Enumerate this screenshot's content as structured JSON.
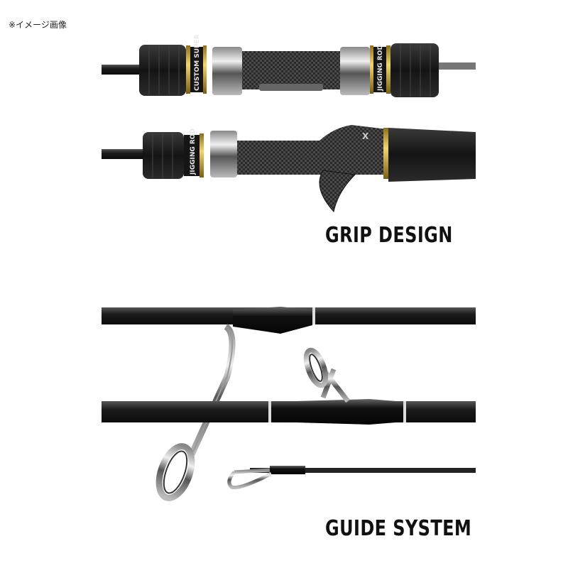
{
  "note": "※イメージ画像",
  "headings": {
    "grip": "GRIP DESIGN",
    "guide": "GUIDE SYSTEM"
  },
  "grip_text": {
    "spinning_left": "CUSTOM SUPER",
    "spinning_right": "JIGGING ROD",
    "casting_left": "JIGGING ROD",
    "casting_reel_seat": "X"
  },
  "colors": {
    "eva": "#1a1a1a",
    "carbon": "#2e2e2e",
    "gold": "#c9a93a",
    "chrome": "#bfbfbf",
    "blank": "#1e1e1e"
  }
}
